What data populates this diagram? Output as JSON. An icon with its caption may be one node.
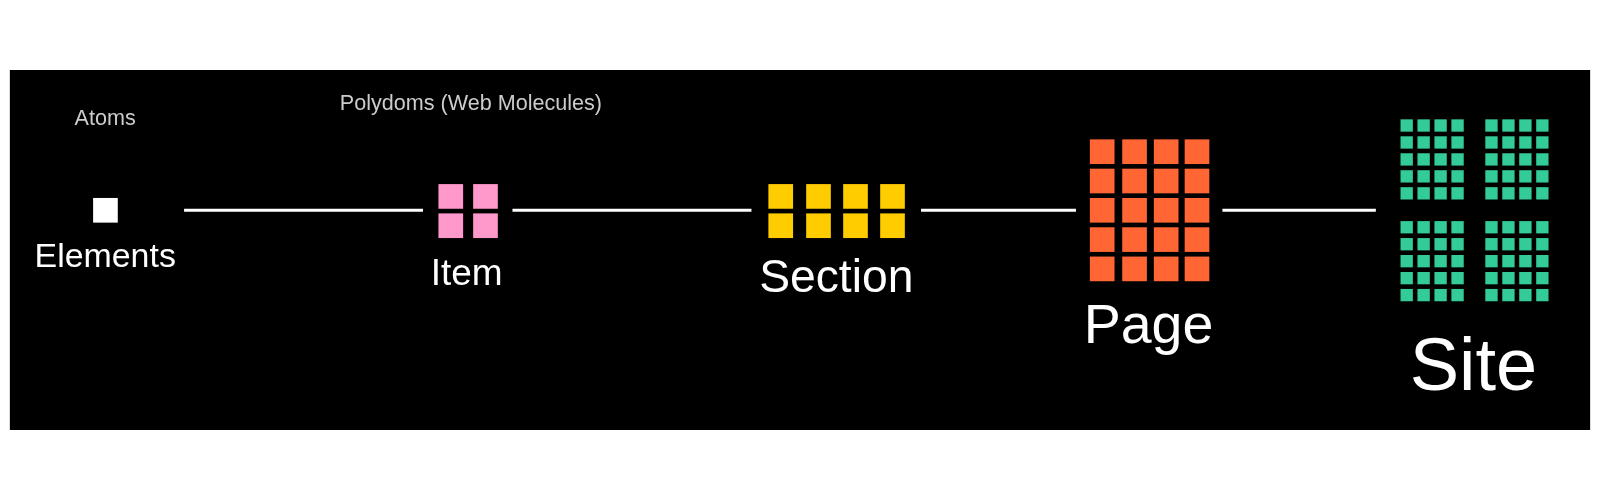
{
  "diagram": {
    "nodes": [
      {
        "text": [],
        "shape": "box",
        "beside": [
          "Elements"
        ]
      },
      {
        "text": [],
        "shape": "box",
        "beside": [
          "Item"
        ]
      },
      {
        "text": [],
        "shape": "box",
        "beside": [
          "Section"
        ]
      },
      {
        "text": [],
        "shape": "box",
        "beside": [
          "Page"
        ]
      },
      {
        "text": [],
        "shape": "box",
        "beside": [
          "Site"
        ]
      }
    ],
    "edges": [
      {
        "from": 0,
        "to": 1,
        "arrow": "none"
      },
      {
        "from": 1,
        "to": 2,
        "arrow": "none"
      },
      {
        "from": 2,
        "to": 3,
        "arrow": "none"
      },
      {
        "from": 3,
        "to": 4,
        "arrow": "none"
      }
    ],
    "labels": [
      "Atoms",
      "Polydoms (Web Molecules)"
    ]
  }
}
